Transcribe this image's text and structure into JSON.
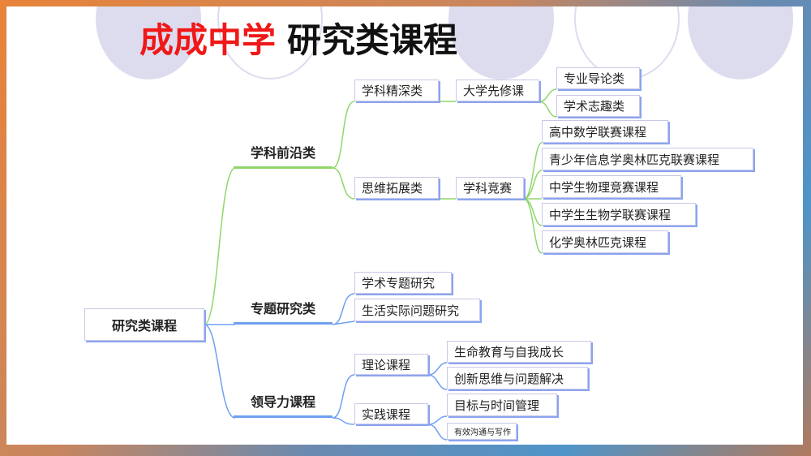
{
  "title": {
    "school": "成成中学",
    "subject": "研究类课程"
  },
  "root": "研究类课程",
  "branches": {
    "frontier": {
      "label": "学科前沿类",
      "deep": {
        "label": "学科精深类",
        "sub": "大学先修课",
        "items": [
          "专业导论类",
          "学术志趣类"
        ]
      },
      "thinking": {
        "label": "思维拓展类",
        "sub": "学科竞赛",
        "items": [
          "高中数学联赛课程",
          "青少年信息学奥林匹克联赛课程",
          "中学生物理竞赛课程",
          "中学生生物学联赛课程",
          "化学奥林匹克课程"
        ]
      }
    },
    "topic": {
      "label": "专题研究类",
      "items": [
        "学术专题研究",
        "生活实际问题研究"
      ]
    },
    "leadership": {
      "label": "领导力课程",
      "theory": {
        "label": "理论课程",
        "items": [
          "生命教育与自我成长",
          "创新思维与问题解决"
        ]
      },
      "practice": {
        "label": "实践课程",
        "items": [
          "目标与时间管理",
          "有效沟通与写作"
        ]
      }
    }
  },
  "colors": {
    "green": "#8fd66a",
    "blue": "#6ea0f0",
    "red": "#f01818"
  }
}
